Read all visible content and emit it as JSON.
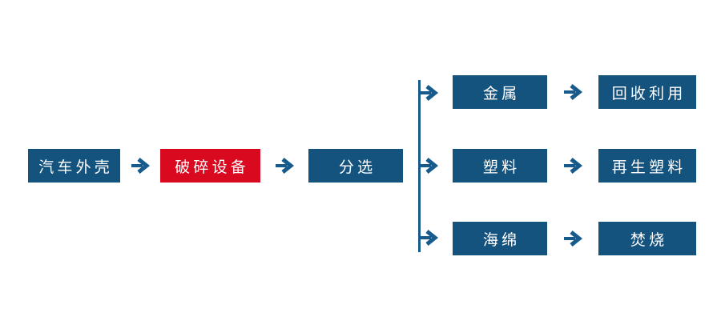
{
  "colors": {
    "box_blue": "#15537F",
    "box_red": "#D9091F",
    "arrow_blue": "#175A8C",
    "text_white": "#FFFFFF",
    "bg": "#FFFFFF"
  },
  "nodes": {
    "car_shell": {
      "label": "汽车外壳",
      "color": "blue"
    },
    "crusher": {
      "label": "破碎设备",
      "color": "red"
    },
    "sorting": {
      "label": "分选",
      "color": "blue"
    },
    "metal": {
      "label": "金属",
      "color": "blue"
    },
    "recycling": {
      "label": "回收利用",
      "color": "blue"
    },
    "plastic": {
      "label": "塑料",
      "color": "blue"
    },
    "recycled_plastic": {
      "label": "再生塑料",
      "color": "blue"
    },
    "sponge": {
      "label": "海绵",
      "color": "blue"
    },
    "incineration": {
      "label": "焚烧",
      "color": "blue"
    }
  },
  "flow": {
    "main_sequence": [
      "汽车外壳",
      "破碎设备",
      "分选"
    ],
    "branches": [
      {
        "from": "分选",
        "via": "金属",
        "to": "回收利用"
      },
      {
        "from": "分选",
        "via": "塑料",
        "to": "再生塑料"
      },
      {
        "from": "分选",
        "via": "海绵",
        "to": "焚烧"
      }
    ]
  }
}
